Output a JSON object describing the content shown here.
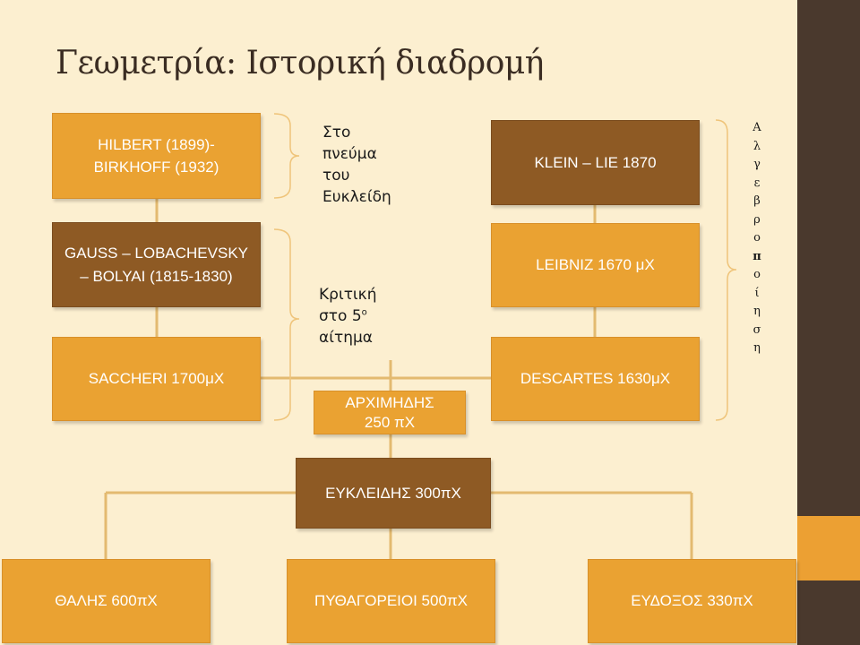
{
  "title": "Γεωμετρία: Ιστορική διαδρομή",
  "colors": {
    "orange": "#eaa232",
    "brown": "#8e5a24",
    "background": "#fcefd0",
    "sidebar_dark": "#4a392d",
    "sidebar_orange": "#eca033",
    "connector": "#e3ba70"
  },
  "boxes": {
    "hilbert": "HILBERT (1899)-BIRKHOFF (1932)",
    "gauss": "GAUSS – LOBACHEVSKY – BOLYAI (1815-1830)",
    "saccheri": "SACCHERI 1700μΧ",
    "klein": "KLEIN – LIE 1870",
    "leibniz": "LEIBNIZ 1670 μΧ",
    "descartes": "DESCARTES 1630μΧ",
    "archimedes_line1": "ΑΡΧΙΜΗΔΗΣ",
    "archimedes_line2": "250 πΧ",
    "euclid": "ΕΥΚΛΕΙΔΗΣ 300πΧ",
    "thales": "ΘΑΛΗΣ 600πΧ",
    "pythagoreans": "ΠΥΘΑΓΟΡΕΙΟΙ 500πΧ",
    "eudoxus": "ΕΥΔΟΞΟΣ 330πΧ"
  },
  "notes": {
    "euclid_spirit": [
      "Στο",
      "πνεύμα",
      "του",
      "Ευκλείδη"
    ],
    "critique": [
      "Κριτική",
      "στο 5",
      "αίτημα"
    ],
    "critique_superscript": "ο"
  },
  "vertical_note": [
    "Α",
    "λ",
    "γ",
    "ε",
    "β",
    "ρ",
    "ο",
    "π",
    "ο",
    "ί",
    "η",
    "σ",
    "η"
  ]
}
